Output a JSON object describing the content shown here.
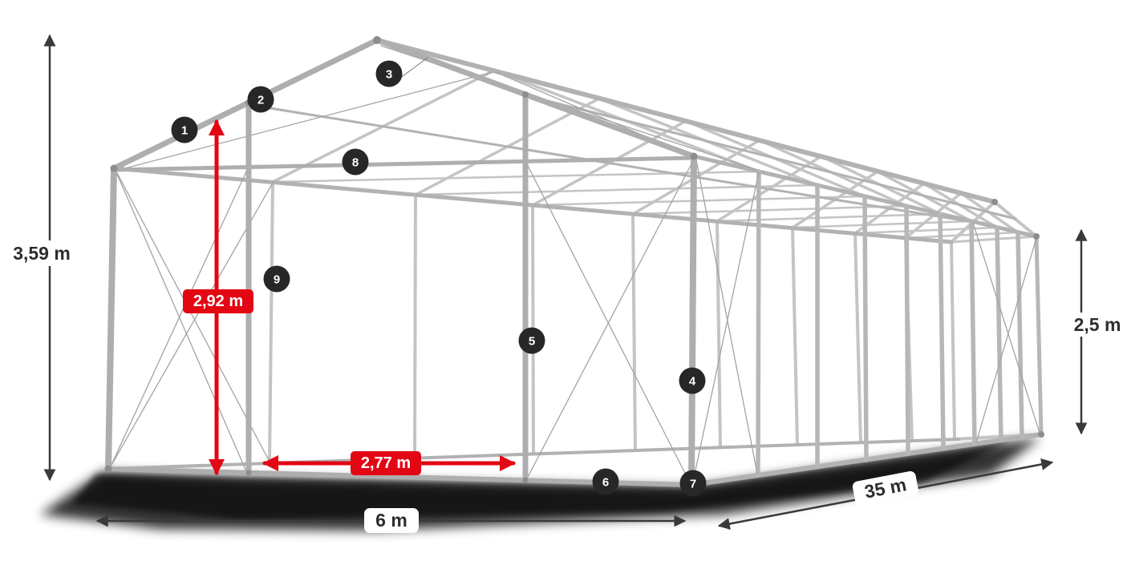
{
  "illustration": {
    "subject": "tent-frame"
  },
  "dimensions": {
    "total_height": "3,59 m",
    "clear_height": "2,92 m",
    "clear_width": "2,77 m",
    "side_height": "2,5 m",
    "width": "6 m",
    "length": "35 m"
  },
  "callouts": [
    "1",
    "2",
    "3",
    "4",
    "5",
    "6",
    "7",
    "8",
    "9"
  ],
  "colors": {
    "accent": "#e30613",
    "annotation": "#3a3a3a",
    "frame": "#b2b2b2"
  }
}
